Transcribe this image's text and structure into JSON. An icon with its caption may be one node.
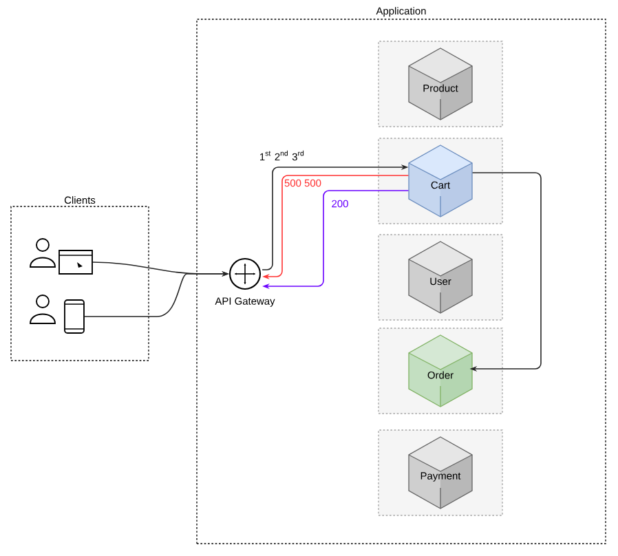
{
  "diagram": {
    "nodes": [
      {
        "text": [
          "Application"
        ]
      },
      {
        "text": [
          "Clients"
        ]
      },
      {
        "text": [],
        "shape": "window",
        "in": 1
      },
      {
        "text": [],
        "shape": "phone",
        "in": 1
      },
      {
        "text": [
          "API Gateway"
        ],
        "in": 0
      },
      {
        "text": [],
        "shape": "box",
        "in": 0
      },
      {
        "text": [
          "Product"
        ],
        "in": 5
      },
      {
        "text": [],
        "shape": "box",
        "in": 0
      },
      {
        "text": [
          "Cart"
        ],
        "in": 7
      },
      {
        "text": [],
        "shape": "box",
        "in": 0
      },
      {
        "text": [
          "User"
        ],
        "in": 9
      },
      {
        "text": [],
        "shape": "box",
        "in": 0
      },
      {
        "text": [
          "Order"
        ],
        "in": 11
      },
      {
        "text": [],
        "shape": "box",
        "in": 0
      },
      {
        "text": [
          "Payment"
        ],
        "in": 13
      }
    ],
    "edges": [
      {
        "from": 2,
        "to": 4,
        "arrow": "to"
      },
      {
        "from": 3,
        "to": 4,
        "arrow": "to"
      },
      {
        "from": 4,
        "to": 8,
        "arrow": "to",
        "label": "1$^{st}$ 2$^{nd}$ 3$^{rd}$"
      },
      {
        "from": 8,
        "to": 4,
        "arrow": "to",
        "label": "500 500",
        "color": "#ff3333"
      },
      {
        "from": 8,
        "to": 4,
        "arrow": "to",
        "label": "200",
        "color": "#6a00ff"
      },
      {
        "from": 8,
        "to": 12,
        "arrow": "to"
      }
    ]
  }
}
